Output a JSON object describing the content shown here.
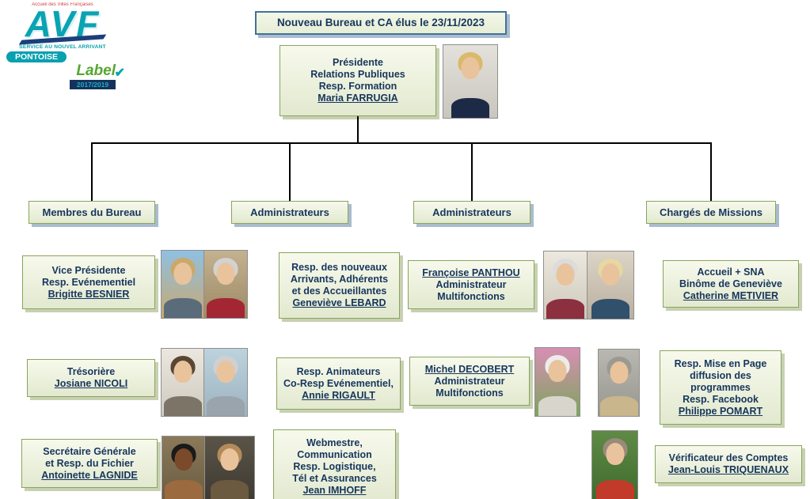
{
  "palette": {
    "box_fill_top": "#f7f9ec",
    "box_fill_bottom": "#e2e9cf",
    "box_border_green": "#8aa45c",
    "box_shadow_green": "#c7d1b2",
    "box_shadow_blue": "#a9bccd",
    "title_border_blue": "#41719c",
    "text_navy": "#17365d",
    "line_black": "#000000",
    "logo_teal": "#0aa3b4",
    "logo_navy": "#16325c",
    "label_green": "#55a630"
  },
  "logo": {
    "top_text": "Accueil des Villes Françaises",
    "brand": "AVF",
    "tagline": "SERVICE AU NOUVEL ARRIVANT",
    "city": "PONTOISE",
    "label": "Label",
    "label_years": "2017/2019",
    "check_icon": "✔"
  },
  "title": "Nouveau Bureau et CA élus le 23/11/2023",
  "president": {
    "l1": "Présidente",
    "l2": "Relations Publiques",
    "l3": "Resp. Formation",
    "name": "Maria FARRUGIA"
  },
  "headers": {
    "col1": "Membres du Bureau",
    "col2": "Administrateurs",
    "col3": "Administrateurs",
    "col4": "Chargés de Missions"
  },
  "boxes": {
    "besnier": {
      "l1": "Vice Présidente",
      "l2": "Resp. Evénementiel",
      "name": "Brigitte BESNIER"
    },
    "lebard": {
      "l1": "Resp. des nouveaux",
      "l2": "Arrivants, Adhérents",
      "l3": "et des Accueillantes",
      "name": "Geneviève LEBARD"
    },
    "panthou": {
      "name": "Françoise PANTHOU",
      "l1": "Administrateur",
      "l2": "Multifonctions"
    },
    "metivier": {
      "l1": "Accueil + SNA",
      "l2": "Binôme de Geneviève",
      "name": "Catherine METIVIER"
    },
    "nicoli": {
      "l1": "Trésorière",
      "name": "Josiane NICOLI"
    },
    "rigault": {
      "l1": "Resp. Animateurs",
      "l2": "Co-Resp Evénementiel,",
      "name": "Annie RIGAULT"
    },
    "decobert": {
      "name": "Michel DECOBERT",
      "l1": "Administrateur",
      "l2": "Multifonctions"
    },
    "pomart": {
      "l1": "Resp. Mise en Page",
      "l2": "diffusion des",
      "l3": "programmes",
      "l4": "Resp. Facebook",
      "name": "Philippe POMART"
    },
    "lagnide": {
      "l1": "Secrétaire Générale",
      "l2": "et Resp. du Fichier",
      "name": "Antoinette LAGNIDE"
    },
    "imhoff": {
      "l1": "Webmestre,",
      "l2": "Communication",
      "l3": "Resp. Logistique,",
      "l4": "Tél et Assurances",
      "name": "Jean IMHOFF"
    },
    "triquenaux": {
      "l1": "Vérificateur des Comptes",
      "name": "Jean-Louis TRIQUENAUX"
    }
  }
}
